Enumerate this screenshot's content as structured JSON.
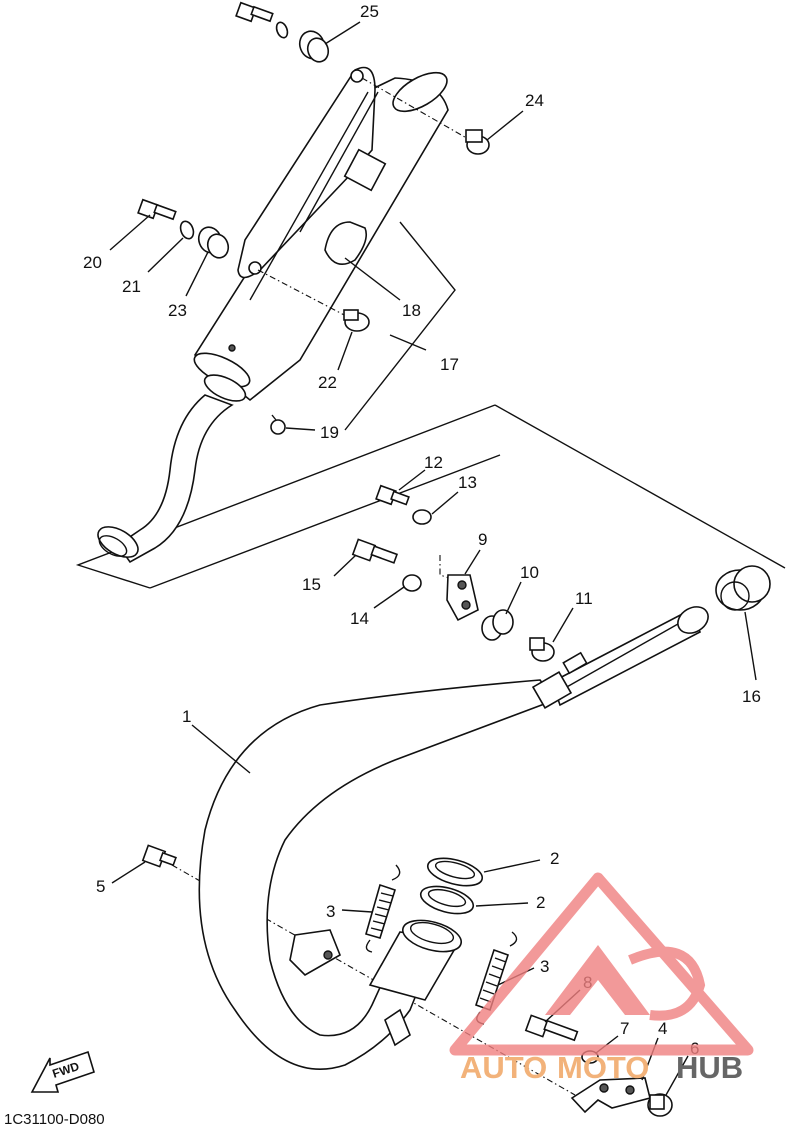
{
  "diagram_code": "1C31100-D080",
  "fwd_label": "FWD",
  "watermark": {
    "text_a": "AUTO",
    "text_b": "MOTO",
    "text_c": "HUB",
    "color_a": "#f2b27a",
    "color_b": "#f2b27a",
    "color_c": "#666666",
    "logo_color": "#f08080"
  },
  "callouts": {
    "c1": "1",
    "c2a": "2",
    "c2b": "2",
    "c3a": "3",
    "c3b": "3",
    "c4": "4",
    "c5": "5",
    "c6": "6",
    "c7": "7",
    "c8": "8",
    "c9": "9",
    "c10": "10",
    "c11": "11",
    "c12": "12",
    "c13": "13",
    "c14": "14",
    "c15": "15",
    "c16": "16",
    "c17": "17",
    "c18": "18",
    "c19": "19",
    "c20": "20",
    "c21": "21",
    "c22": "22",
    "c23": "23",
    "c24": "24",
    "c25": "25"
  }
}
